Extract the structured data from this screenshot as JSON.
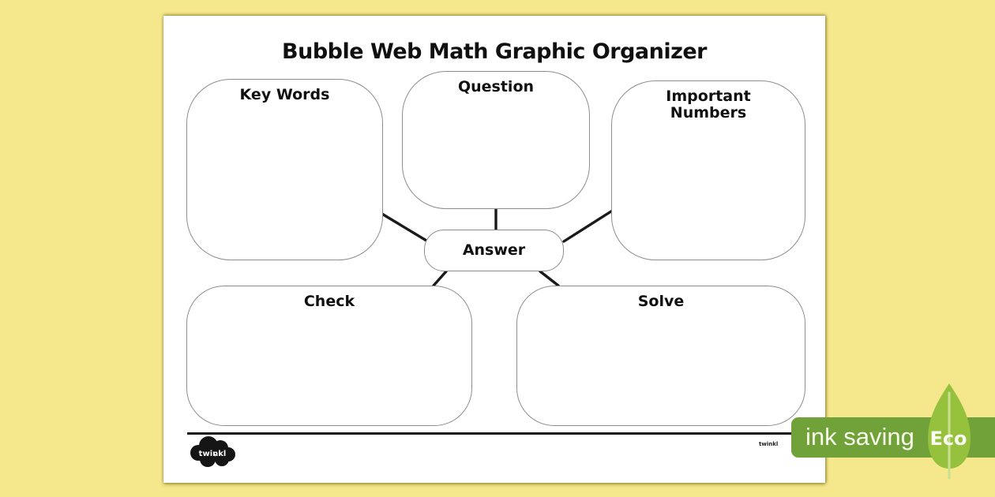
{
  "colors": {
    "background": "#F5E88C",
    "page": "#FFFFFF",
    "bubble_border": "#8E8E8E",
    "connector": "#1A1A1A",
    "badge_green": "#71A23A",
    "leaf_green": "#96C13D",
    "leaf_vein": "#C9DF92",
    "badge_text": "#F7FBEA"
  },
  "worksheet": {
    "title": "Bubble Web Math Graphic Organizer",
    "bubbles": [
      {
        "id": "key-words",
        "label": "Key Words"
      },
      {
        "id": "question",
        "label": "Question"
      },
      {
        "id": "important-numbers",
        "label": "Important Numbers"
      },
      {
        "id": "check",
        "label": "Check"
      },
      {
        "id": "solve",
        "label": "Solve"
      }
    ],
    "center": {
      "label": "Answer"
    },
    "footer": {
      "logo_text": "twinkl",
      "small_brand_text": "twinkl"
    }
  },
  "eco_badge": {
    "label": "ink saving",
    "leaf_label": "Eco"
  }
}
